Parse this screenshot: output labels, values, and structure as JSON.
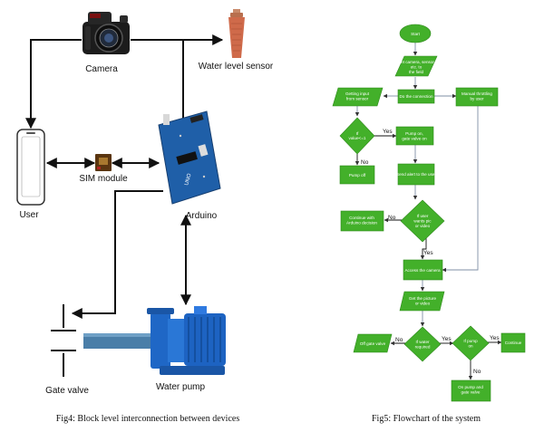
{
  "fig4": {
    "caption": "Fig4: Block level interconnection between devices",
    "labels": {
      "camera": "Camera",
      "sensor": "Water level sensor",
      "user": "User",
      "sim": "SIM module",
      "arduino": "Arduino",
      "gate_valve": "Gate valve",
      "water_pump": "Water pump"
    }
  },
  "fig5": {
    "caption": "Fig5: Flowchart of the system",
    "nodes": {
      "start": "Start",
      "set_camera": "Set camera, sensor etc. to the field",
      "connection": "Do the connection",
      "getting_input": "Getting input from sensor",
      "manual": "Manual throttling by user",
      "if_value": "If value<=1",
      "pump_on": "Pump on, gate valve on",
      "pump_off": "Pump off",
      "send_alert": "Send alert to the user",
      "continue_arduino": "Continue with Arduino decision",
      "if_user_wants": "If user wants pic or video",
      "access_camera": "Access the camera",
      "get_picture": "Get the picture or video",
      "off_gate": "Off gate valve",
      "if_water": "If water required",
      "if_pump": "If pump on",
      "continue": "Continue",
      "on_pump_gate": "On pump and gate valve"
    },
    "yn": {
      "yes1": "Yes",
      "no1": "No",
      "no2": "No",
      "yes2": "Yes",
      "no3": "No",
      "yes3": "Yes",
      "yes4": "Yes",
      "no4": "No"
    }
  }
}
